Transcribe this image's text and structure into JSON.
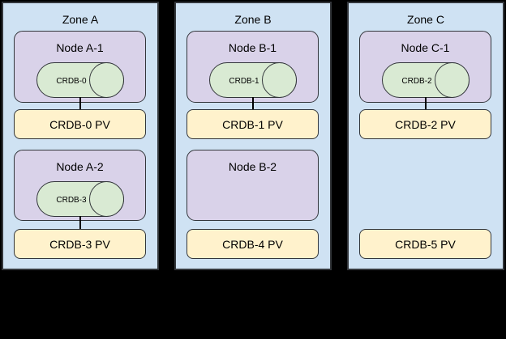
{
  "colors": {
    "canvas_bg": "#000000",
    "stroke": "#33363b",
    "zone_fill": "#cfe2f3",
    "node_fill": "#d9d2e9",
    "pod_fill": "#d9ead3",
    "pv_fill": "#fff2cc"
  },
  "zones": [
    {
      "label": "Zone A",
      "rows": [
        {
          "node_label": "Node A-1",
          "pod_label": "CRDB-0",
          "pv_label": "CRDB-0 PV",
          "pod_connected_to_pv": true
        },
        {
          "node_label": "Node A-2",
          "pod_label": "CRDB-3",
          "pv_label": "CRDB-3 PV",
          "pod_connected_to_pv": true
        }
      ]
    },
    {
      "label": "Zone B",
      "rows": [
        {
          "node_label": "Node B-1",
          "pod_label": "CRDB-1",
          "pv_label": "CRDB-1 PV",
          "pod_connected_to_pv": true
        },
        {
          "node_label": "Node B-2",
          "pod_label": null,
          "pv_label": "CRDB-4 PV",
          "pod_connected_to_pv": false
        }
      ]
    },
    {
      "label": "Zone C",
      "rows": [
        {
          "node_label": "Node C-1",
          "pod_label": "CRDB-2",
          "pv_label": "CRDB-2 PV",
          "pod_connected_to_pv": true
        },
        {
          "node_label": null,
          "pod_label": null,
          "pv_label": "CRDB-5 PV",
          "pod_connected_to_pv": false
        }
      ]
    }
  ]
}
